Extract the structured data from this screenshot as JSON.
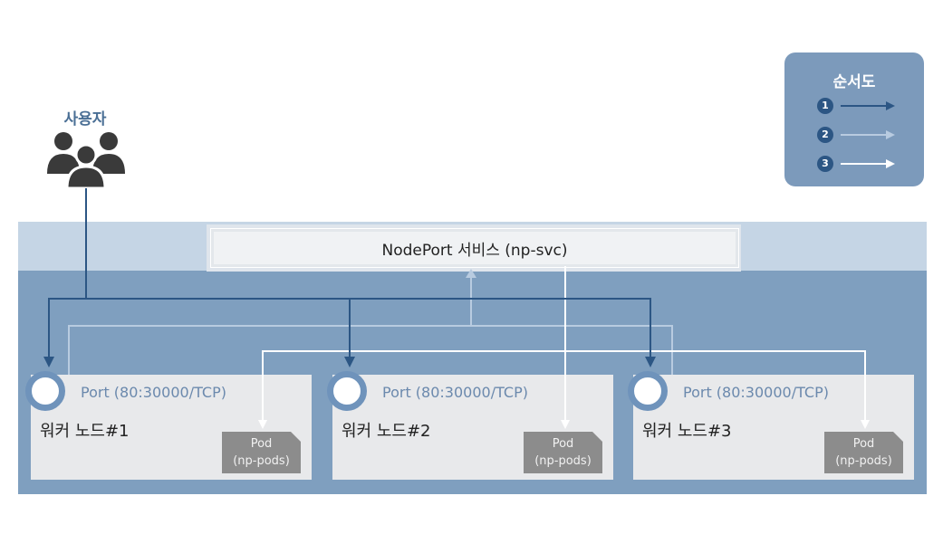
{
  "user": {
    "label": "사용자",
    "icon": "users-group-icon"
  },
  "legend": {
    "title": "순서도",
    "items": [
      {
        "num": "1",
        "color": "#2c5684"
      },
      {
        "num": "2",
        "color": "#b8cbe0"
      },
      {
        "num": "3",
        "color": "#ffffff"
      }
    ]
  },
  "service": {
    "label": "NodePort 서비스 (np-svc)"
  },
  "nodes": [
    {
      "name": "워커 노드#1",
      "port": "Port (80:30000/TCP)",
      "pod_line1": "Pod",
      "pod_line2": "(np-pods)"
    },
    {
      "name": "워커 노드#2",
      "port": "Port (80:30000/TCP)",
      "pod_line1": "Pod",
      "pod_line2": "(np-pods)"
    },
    {
      "name": "워커 노드#3",
      "port": "Port (80:30000/TCP)",
      "pod_line1": "Pod",
      "pod_line2": "(np-pods)"
    }
  ],
  "colors": {
    "step1": "#2c5684",
    "step2": "#b8cbe0",
    "step3": "#ffffff",
    "cluster_top": "#c5d5e5",
    "cluster_body": "#7f9fbf",
    "legend_bg": "#7c9abb"
  }
}
